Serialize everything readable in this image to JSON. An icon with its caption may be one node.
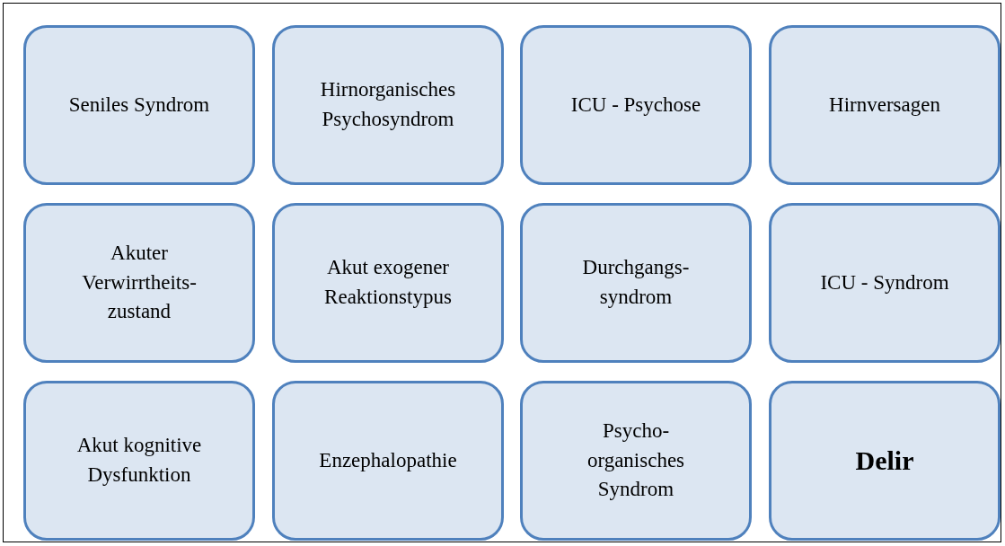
{
  "diagram": {
    "nodes": [
      {
        "text": [
          "Seniles Syndrom"
        ]
      },
      {
        "text": [
          "Hirnorganisches Psychosyndrom"
        ]
      },
      {
        "text": [
          "ICU - Psychose"
        ]
      },
      {
        "text": [
          "Hirnversagen"
        ]
      },
      {
        "text": [
          "Akuter Verwirrtheits- zustand"
        ]
      },
      {
        "text": [
          "Akut exogener Reaktionstypus"
        ]
      },
      {
        "text": [
          "Durchgangs- syndrom"
        ]
      },
      {
        "text": [
          "ICU - Syndrom"
        ]
      },
      {
        "text": [
          "Akut kognitive Dysfunktion"
        ]
      },
      {
        "text": [
          "Enzephalopathie"
        ]
      },
      {
        "text": [
          "Psycho- organisches Syndrom"
        ]
      },
      {
        "text": [
          "Delir"
        ]
      }
    ]
  }
}
